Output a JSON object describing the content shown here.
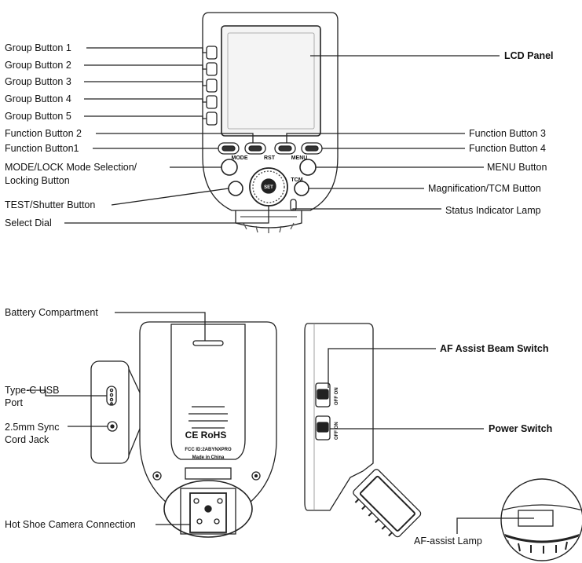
{
  "labels": {
    "group_button_1": "Group Button 1",
    "group_button_2": "Group Button 2",
    "group_button_3": "Group Button 3",
    "group_button_4": "Group Button 4",
    "group_button_5": "Group Button 5",
    "function_button_2": "Function Button 2",
    "function_button_1": "Function Button1",
    "mode_lock_line1": "MODE/LOCK Mode Selection/",
    "mode_lock_line2": "Locking Button",
    "test_shutter": "TEST/Shutter Button",
    "select_dial": "Select Dial",
    "lcd_panel": "LCD Panel",
    "function_button_3": "Function Button 3",
    "function_button_4": "Function Button 4",
    "menu_button": "MENU Button",
    "magnification_tcm": "Magnification/TCM Button",
    "status_lamp": "Status Indicator Lamp",
    "battery_compartment": "Battery Compartment",
    "type_c_line1": "Type-C USB",
    "type_c_line2": "Port",
    "sync_line1": "2.5mm Sync",
    "sync_line2": "Cord Jack",
    "hot_shoe": "Hot Shoe Camera Connection",
    "af_assist_switch": "AF Assist Beam Switch",
    "power_switch": "Power Switch",
    "af_assist_lamp": "AF-assist Lamp"
  },
  "device_text": {
    "mode": "MODE",
    "rst": "RST",
    "menu": "MENU",
    "tcm": "TCM",
    "set": "SET",
    "ce_rohs": "CE RoHS",
    "fcc": "FCC ID:2ABYNXPRO",
    "made_in": "Made in China",
    "af_off_on": "OFF ON",
    "power_off_on": "OFF ON"
  }
}
